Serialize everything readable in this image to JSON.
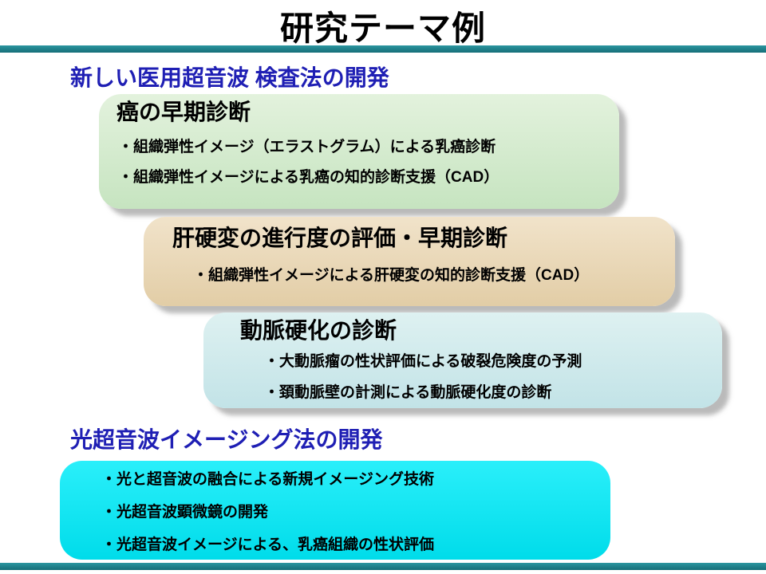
{
  "slide": {
    "title": "研究テーマ例",
    "sections": [
      {
        "heading": "新しい医用超音波 検査法の開発",
        "boxes": [
          {
            "title": "癌の早期診断",
            "bullets": [
              "・組織弾性イメージ（エラストグラム）による乳癌診断",
              "・組織弾性イメージによる乳癌の知的診断支援（CAD）"
            ]
          },
          {
            "title": "肝硬変の進行度の評価・早期診断",
            "bullets": [
              "・組織弾性イメージによる肝硬変の知的診断支援（CAD）"
            ]
          },
          {
            "title": "動脈硬化の診断",
            "bullets": [
              "・大動脈瘤の性状評価による破裂危険度の予測",
              "・頚動脈壁の計測による動脈硬化度の診断"
            ]
          }
        ]
      },
      {
        "heading": "光超音波イメージング法の開発",
        "boxes": [
          {
            "title": "",
            "bullets": [
              "・光と超音波の融合による新規イメージング技術",
              "・光超音波顕微鏡の開発",
              "・光超音波イメージによる、乳癌組織の性状評価"
            ]
          }
        ]
      }
    ],
    "colors": {
      "accent_bar": "#1a7f89",
      "heading_text": "#1f1fb4",
      "box_cancer_bg": "#cfe8c8",
      "box_liver_bg": "#e8d5b2",
      "box_artery_bg": "#cfe9ec",
      "box_photo_bg": "#00e1ef",
      "title_text": "#000000"
    }
  }
}
